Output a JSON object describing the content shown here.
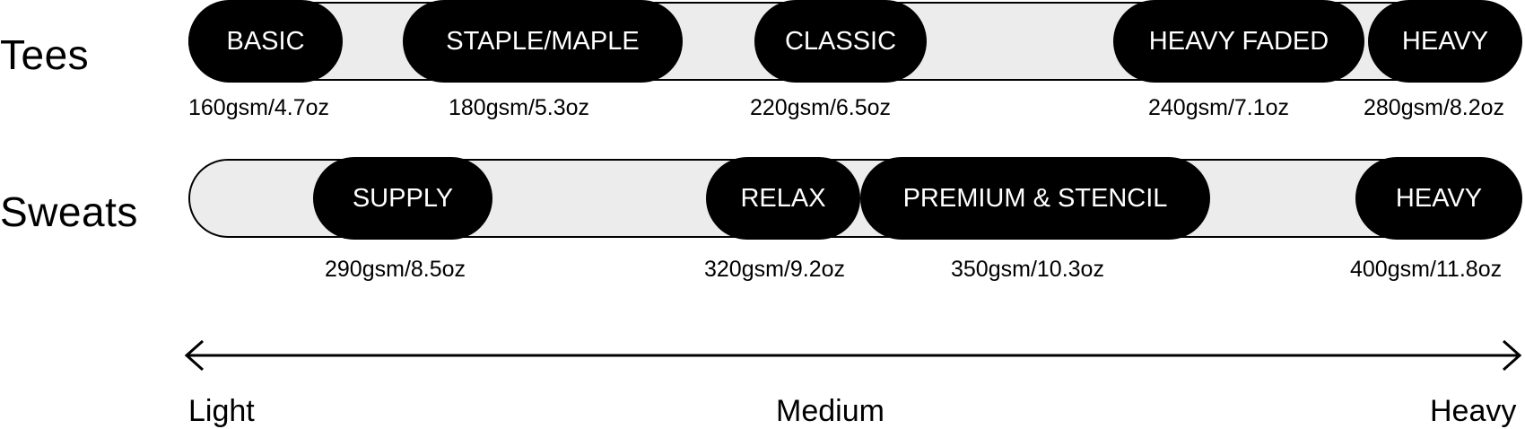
{
  "tees": {
    "label": "Tees",
    "items": [
      {
        "name": "BASIC",
        "weight": "160gsm/4.7oz"
      },
      {
        "name": "STAPLE/MAPLE",
        "weight": "180gsm/5.3oz"
      },
      {
        "name": "CLASSIC",
        "weight": "220gsm/6.5oz"
      },
      {
        "name": "HEAVY FADED",
        "weight": "240gsm/7.1oz"
      },
      {
        "name": "HEAVY",
        "weight": "280gsm/8.2oz"
      }
    ]
  },
  "sweats": {
    "label": "Sweats",
    "items": [
      {
        "name": "SUPPLY",
        "weight": "290gsm/8.5oz"
      },
      {
        "name": "RELAX",
        "weight": "320gsm/9.2oz"
      },
      {
        "name": "PREMIUM & STENCIL",
        "weight": "350gsm/10.3oz"
      },
      {
        "name": "HEAVY",
        "weight": "400gsm/11.8oz"
      }
    ]
  },
  "scale": {
    "light": "Light",
    "medium": "Medium",
    "heavy": "Heavy"
  }
}
